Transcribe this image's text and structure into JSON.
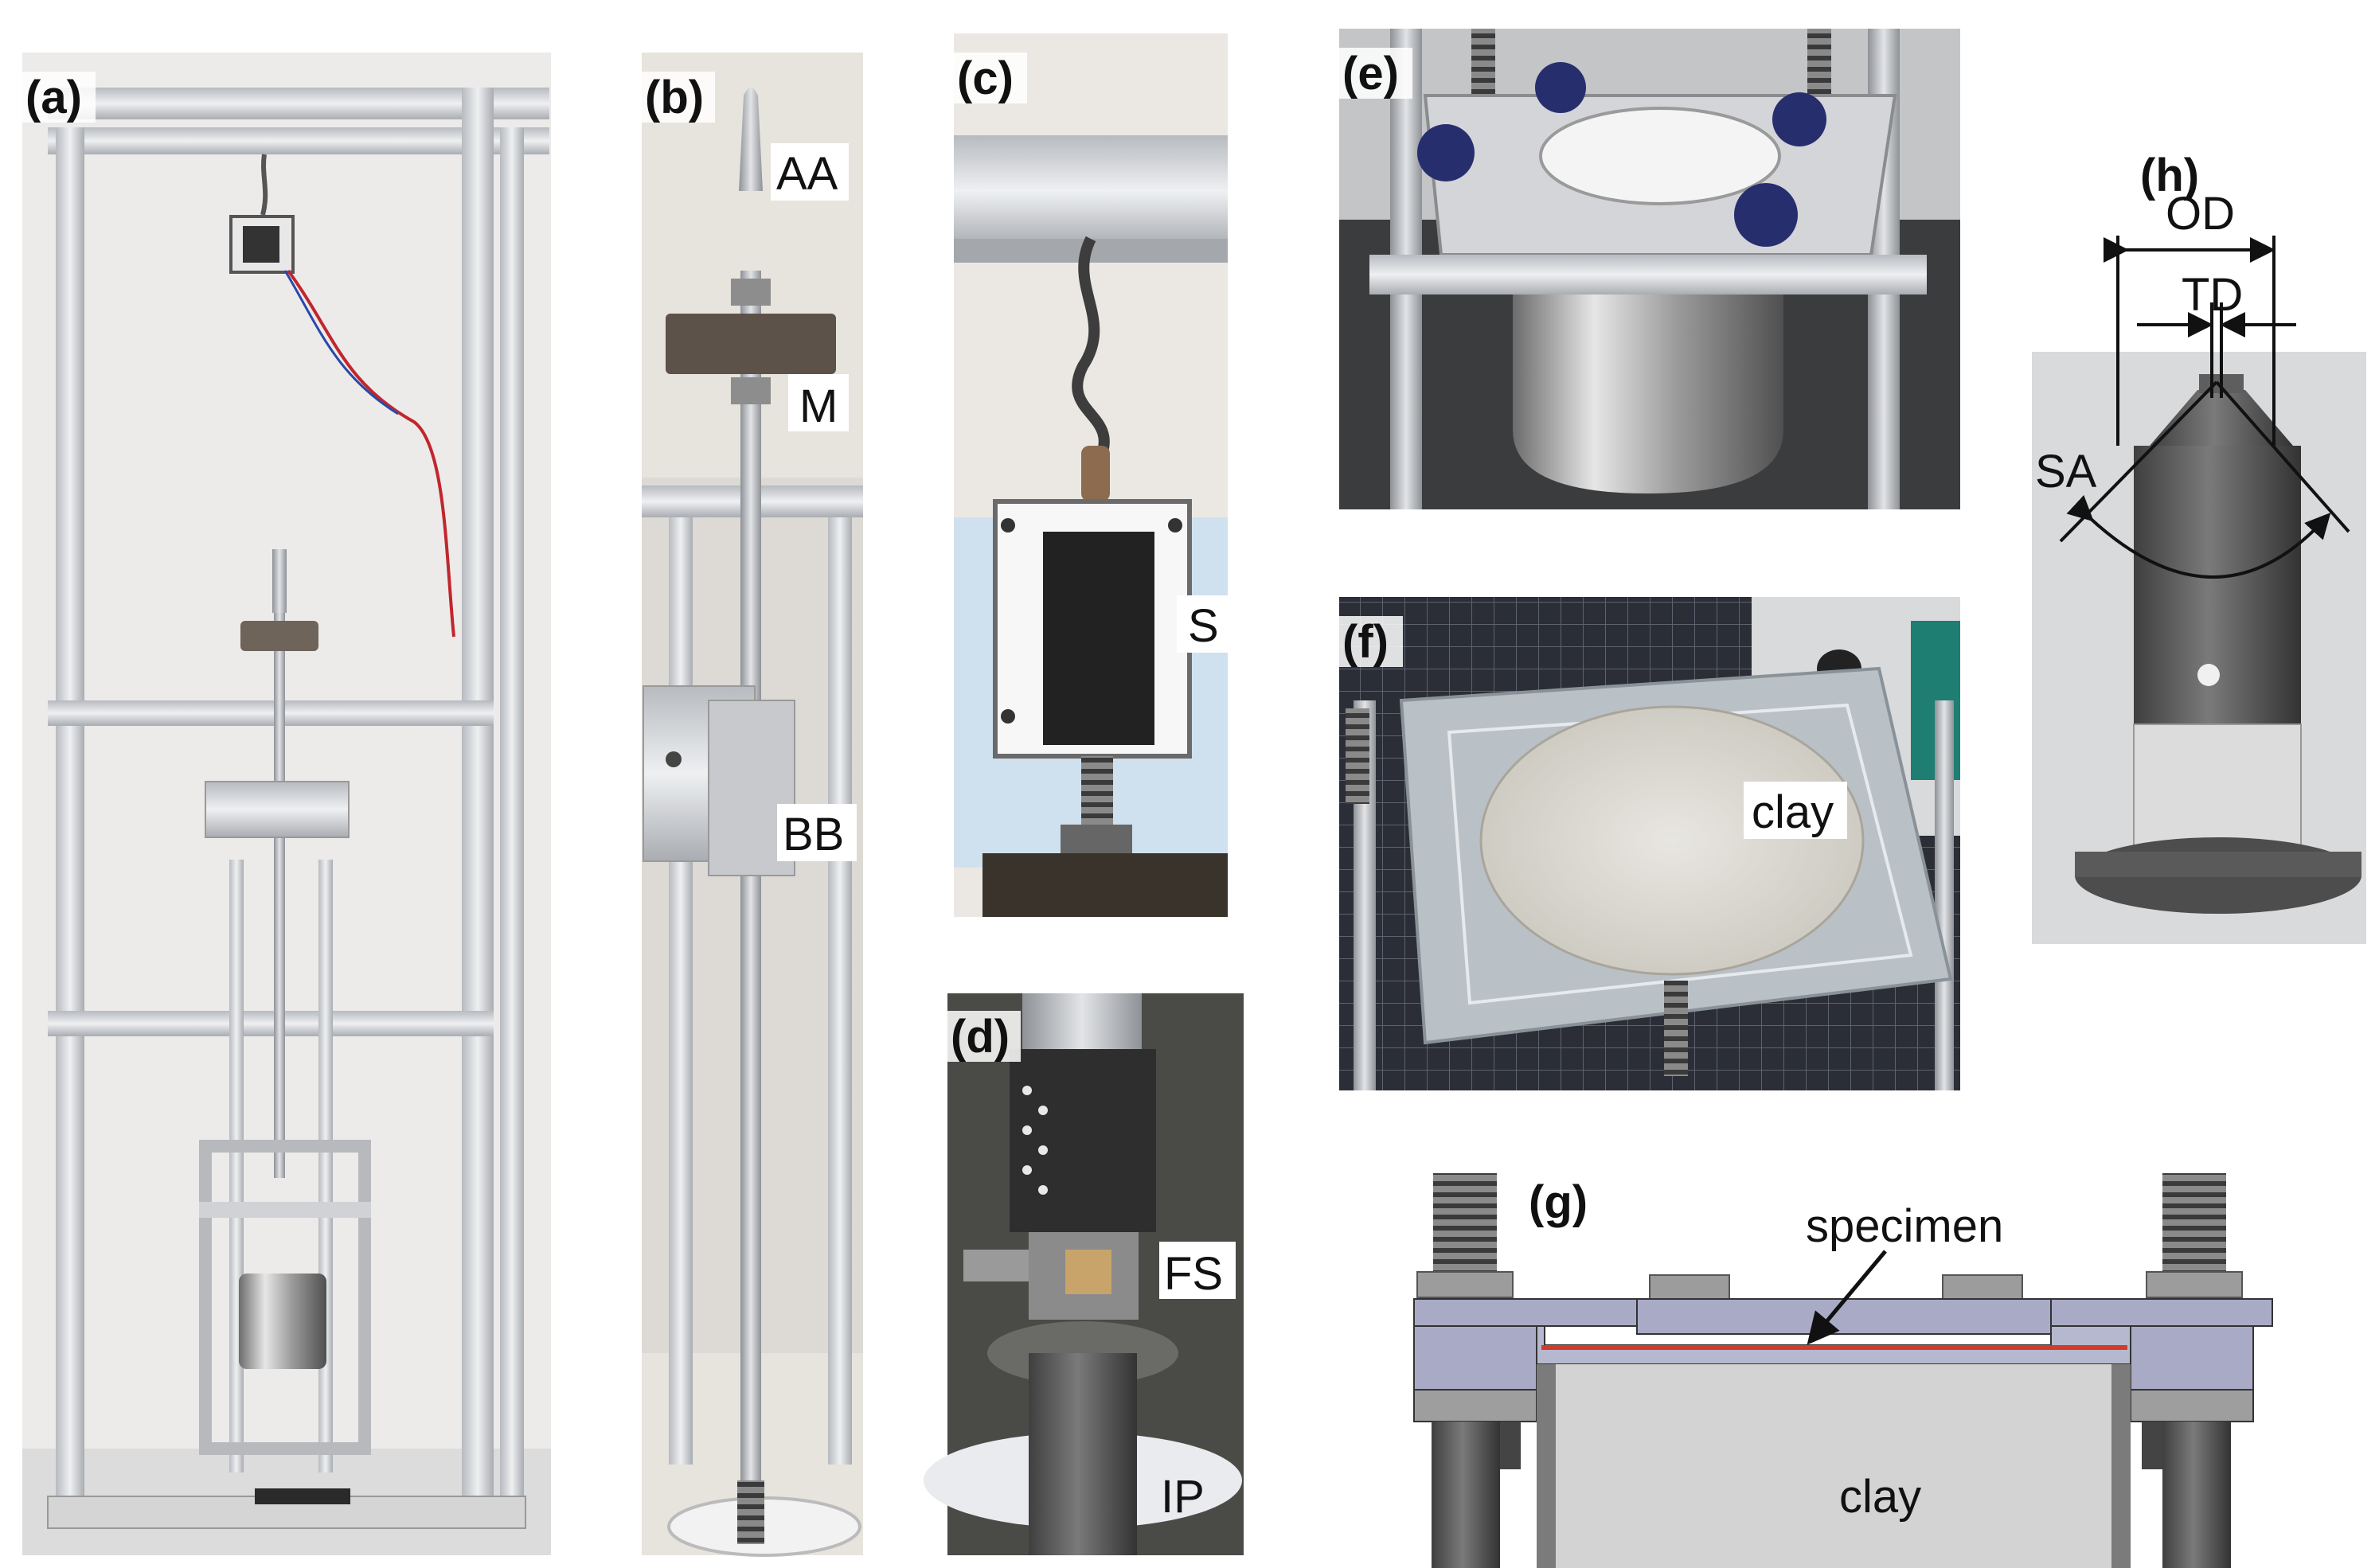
{
  "panels": {
    "a": {
      "label": "(a)"
    },
    "b": {
      "label": "(b)",
      "annotations": {
        "aa": "AA",
        "m": "M",
        "bb": "BB"
      }
    },
    "c": {
      "label": "(c)",
      "annotations": {
        "s": "S"
      }
    },
    "d": {
      "label": "(d)",
      "annotations": {
        "fs": "FS",
        "ip": "IP"
      }
    },
    "e": {
      "label": "(e)"
    },
    "f": {
      "label": "(f)",
      "annotations": {
        "clay": "clay"
      }
    },
    "g": {
      "label": "(g)",
      "annotations": {
        "specimen": "specimen",
        "clay": "clay"
      }
    },
    "h": {
      "label": "(h)",
      "annotations": {
        "od": "OD",
        "td": "TD",
        "sa": "SA"
      }
    }
  },
  "colors": {
    "aluminum": "#c9ccd0",
    "backdrop": "#e9e7e4",
    "specimen_line": "#d43a2a",
    "clamp_plate": "#a9abc6",
    "steel_dark": "#5a5a5a"
  }
}
